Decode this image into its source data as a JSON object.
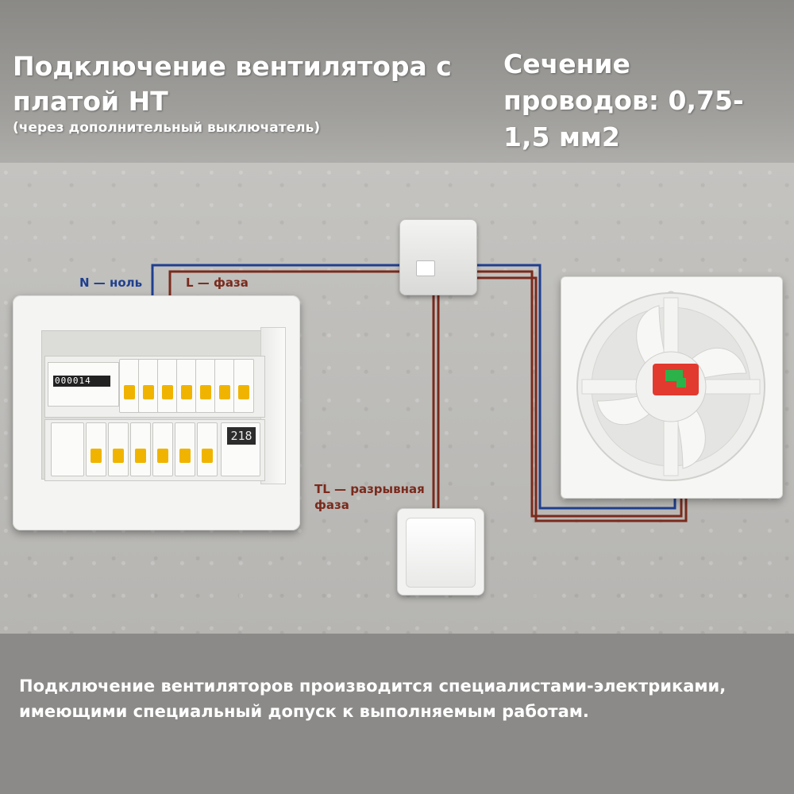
{
  "header": {
    "title": "Подключение вентилятора с платой НТ",
    "subtitle": "(через дополнительный выключатель)",
    "wire_section": "Сечение проводов: 0,75-1,5 мм2"
  },
  "labels": {
    "neutral": "N — ноль",
    "phase": "L — фаза",
    "switched_phase": "TL — разрывная фаза"
  },
  "devices": {
    "meter_reading": "000014",
    "voltmeter_reading": "218"
  },
  "footer": {
    "note": "Подключение вентиляторов производится специалистами-электриками, имеющими специальный допуск к выполняемым работам."
  },
  "colors": {
    "neutral_wire": "#1f3f8f",
    "phase_wire": "#7a2a1c",
    "breaker_lever": "#f0b400",
    "fan_board": "#e23a2e"
  }
}
